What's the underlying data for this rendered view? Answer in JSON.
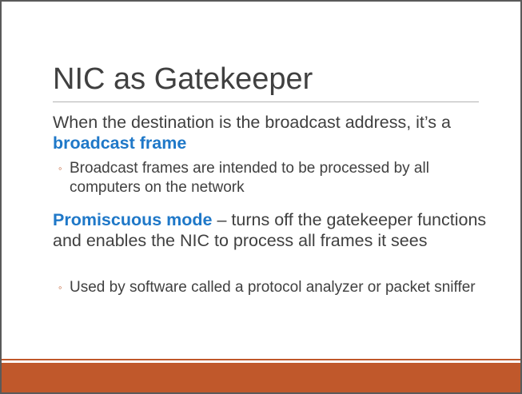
{
  "slide": {
    "title": "NIC as Gatekeeper",
    "point1": {
      "text_before": "When the destination is the broadcast address, it’s a ",
      "highlight": "broadcast frame"
    },
    "sub1": "Broadcast frames are intended to be processed by all computers on the network",
    "point2": {
      "highlight": "Promiscuous mode",
      "text_after": " – turns off the gatekeeper functions and enables the NIC to process all frames it sees"
    },
    "sub2": "Used by software called a protocol analyzer or packet sniffer",
    "bullet_glyph": "◦"
  },
  "colors": {
    "accent": "#c0582b",
    "highlight": "#1f78c8",
    "text": "#404040"
  }
}
